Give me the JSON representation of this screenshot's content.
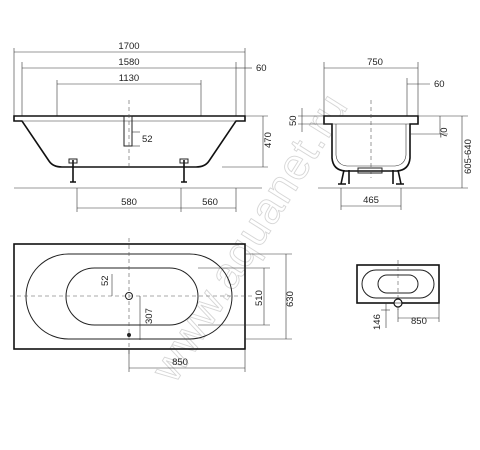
{
  "front_view": {
    "dim_total_length": "1700",
    "dim_mid_length": "1580",
    "dim_inner_length": "1130",
    "dim_rim": "60",
    "dim_drain": "52",
    "dim_height": "470",
    "dim_leg_left": "580",
    "dim_leg_right": "560"
  },
  "side_view": {
    "dim_total_width": "750",
    "dim_rim": "60",
    "dim_top_offset": "50",
    "dim_rim_height": "70",
    "dim_total_height": "605-640",
    "dim_feet_span": "465"
  },
  "plan_view": {
    "dim_drain_offset": "52",
    "dim_drain_to_edge": "307",
    "dim_inner_width": "510",
    "dim_outer_width": "630",
    "dim_drain_center": "850"
  },
  "small_plan": {
    "dim_side": "146",
    "dim_center": "850"
  },
  "watermark": "www.aquanet.ru"
}
